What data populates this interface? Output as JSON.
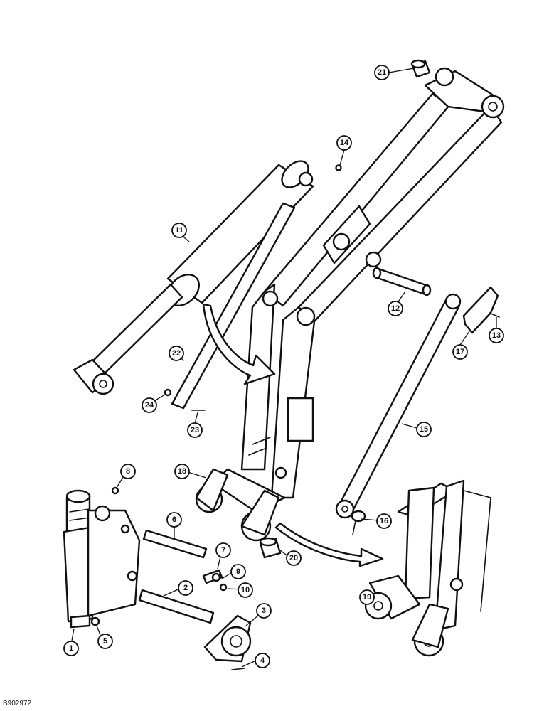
{
  "diagram": {
    "figure_code": "B902972",
    "callouts": [
      "1",
      "2",
      "3",
      "4",
      "5",
      "6",
      "7",
      "8",
      "9",
      "10",
      "11",
      "12",
      "13",
      "14",
      "15",
      "16",
      "17",
      "18",
      "19",
      "20",
      "21",
      "22",
      "23",
      "24"
    ]
  },
  "colors": {
    "line": "#111111",
    "background": "#ffffff"
  }
}
